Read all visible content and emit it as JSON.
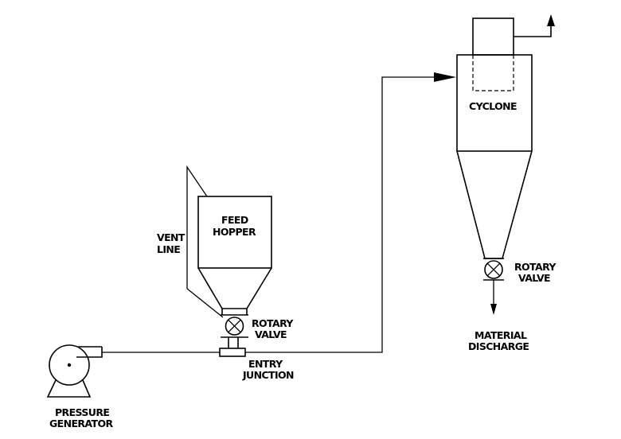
{
  "labels": {
    "feed_hopper": [
      "FEED",
      "HOPPER"
    ],
    "vent_line": [
      "VENT",
      "LINE"
    ],
    "rotary_valve_hopper": [
      "ROTARY",
      "VALVE"
    ],
    "entry_junction": [
      "ENTRY",
      "JUNCTION"
    ],
    "pressure_generator": [
      "PRESSURE",
      "GENERATOR"
    ],
    "cyclone": "CYCLONE",
    "rotary_valve_cyclone": [
      "ROTARY",
      "VALVE"
    ],
    "material_discharge": [
      "MATERIAL",
      "DISCHARGE"
    ]
  },
  "colors": {
    "line": "#000000",
    "background": "#ffffff"
  }
}
